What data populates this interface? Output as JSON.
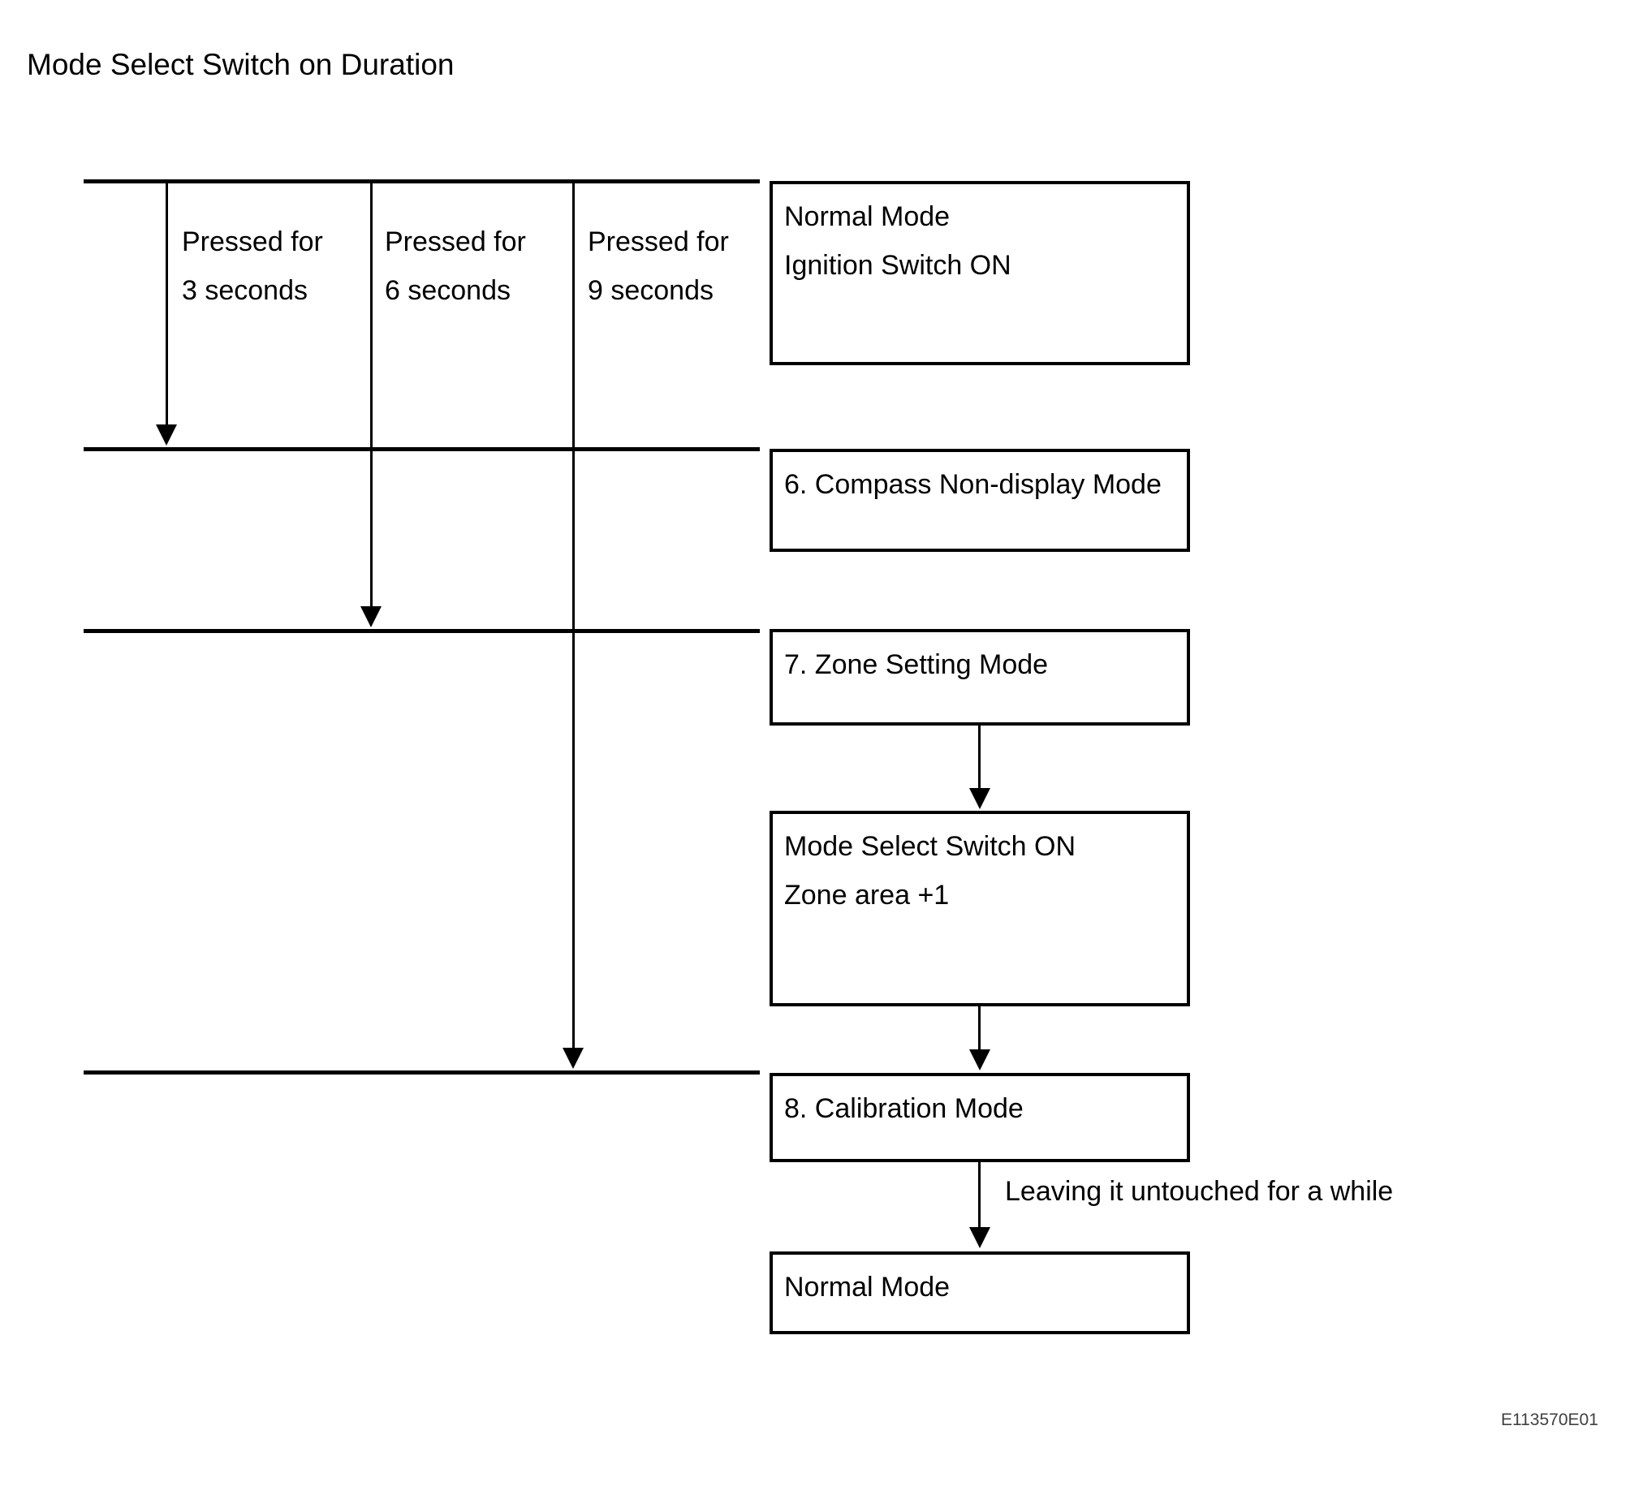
{
  "page": {
    "title": "Mode Select Switch on Duration",
    "figure_code": "E113570E01",
    "colors": {
      "ink": "#000000",
      "background": "#ffffff",
      "figure_code_ink": "#404040"
    }
  },
  "press_durations": [
    {
      "line1": "Pressed for",
      "line2": "3 seconds"
    },
    {
      "line1": "Pressed for",
      "line2": "6 seconds"
    },
    {
      "line1": "Pressed for",
      "line2": "9 seconds"
    }
  ],
  "boxes": {
    "start": {
      "line1": "Normal Mode",
      "line2": "Ignition Switch ON"
    },
    "compass_non_display": {
      "line1": "6. Compass Non-display Mode"
    },
    "zone_setting": {
      "line1": "7. Zone Setting Mode"
    },
    "mode_select": {
      "line1": "Mode Select Switch ON",
      "line2": "Zone area +1"
    },
    "calibration": {
      "line1": "8. Calibration Mode"
    },
    "end": {
      "line1": "Normal Mode"
    }
  },
  "edge_labels": {
    "calibration_to_end": "Leaving it untouched for a while"
  }
}
